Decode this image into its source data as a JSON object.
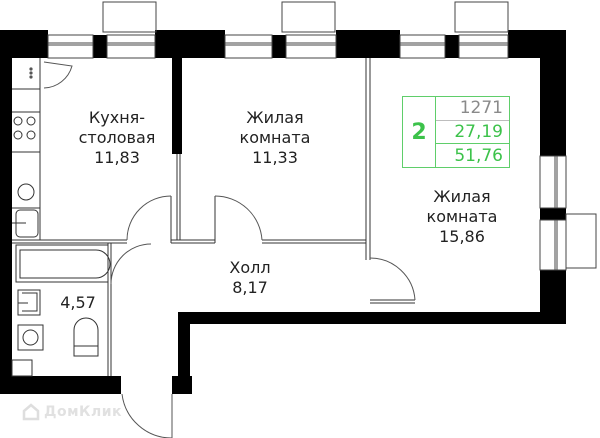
{
  "plan": {
    "rooms": [
      {
        "id": "kitchen",
        "name_line1": "Кухня-",
        "name_line2": "столовая",
        "area": "11,83"
      },
      {
        "id": "living-room-1",
        "name_line1": "Жилая",
        "name_line2": "комната",
        "area": "11,33"
      },
      {
        "id": "living-room-2",
        "name_line1": "Жилая",
        "name_line2": "комната",
        "area": "15,86"
      },
      {
        "id": "hall",
        "name_line1": "Холл",
        "area": "8,17"
      },
      {
        "id": "bathroom",
        "area": "4,57"
      }
    ],
    "summary_badge": {
      "rooms_count": "2",
      "apartment_code": "1271",
      "living_area": "27,19",
      "total_area": "51,76",
      "accent_color": "#3cc24a",
      "border_color": "#5fce6a",
      "code_color": "#8a8a8a"
    },
    "icons": [
      "window-icon",
      "door-swing-icon",
      "stove-icon",
      "sink-icon",
      "bathtub-icon",
      "toilet-icon",
      "washing-machine-icon"
    ]
  },
  "watermark": {
    "text": "ДомКлик",
    "icon": "home-logo-icon"
  }
}
